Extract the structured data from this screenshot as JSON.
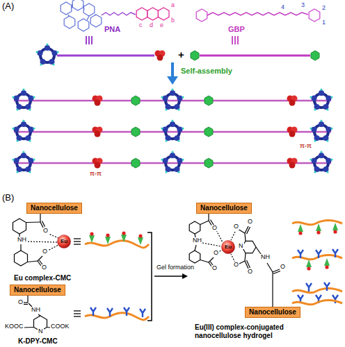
{
  "diagram": {
    "nodes": [
      {
        "text": [
          "Nanocellulose"
        ]
      },
      {
        "text": [
          "Eu"
        ]
      },
      {
        "text": [
          "Nanocellulose"
        ]
      },
      {
        "text": [
          "Nanocellulose"
        ]
      },
      {
        "text": [
          "Eu"
        ]
      },
      {
        "text": [
          "Nanocellulose"
        ]
      }
    ],
    "labels": [
      "(A)",
      "PNA",
      "GBP",
      "a",
      "b",
      "c",
      "d",
      "e",
      "1",
      "2",
      "3",
      "4",
      "+",
      "Self-assembly",
      "π-π",
      "π-π",
      "(B)",
      "Eu complex-CMC",
      "K-DPY-CMC",
      "Gel formation",
      "Eu(III) complex-conjugated nanocellulose hydrogel",
      "O",
      "NH",
      "O",
      "O",
      "O",
      "NH",
      "N",
      "KOOC",
      "COOK",
      "O",
      "NH",
      "O",
      "O",
      "N",
      "O",
      "O",
      "O",
      "O",
      "NH",
      "O"
    ]
  }
}
